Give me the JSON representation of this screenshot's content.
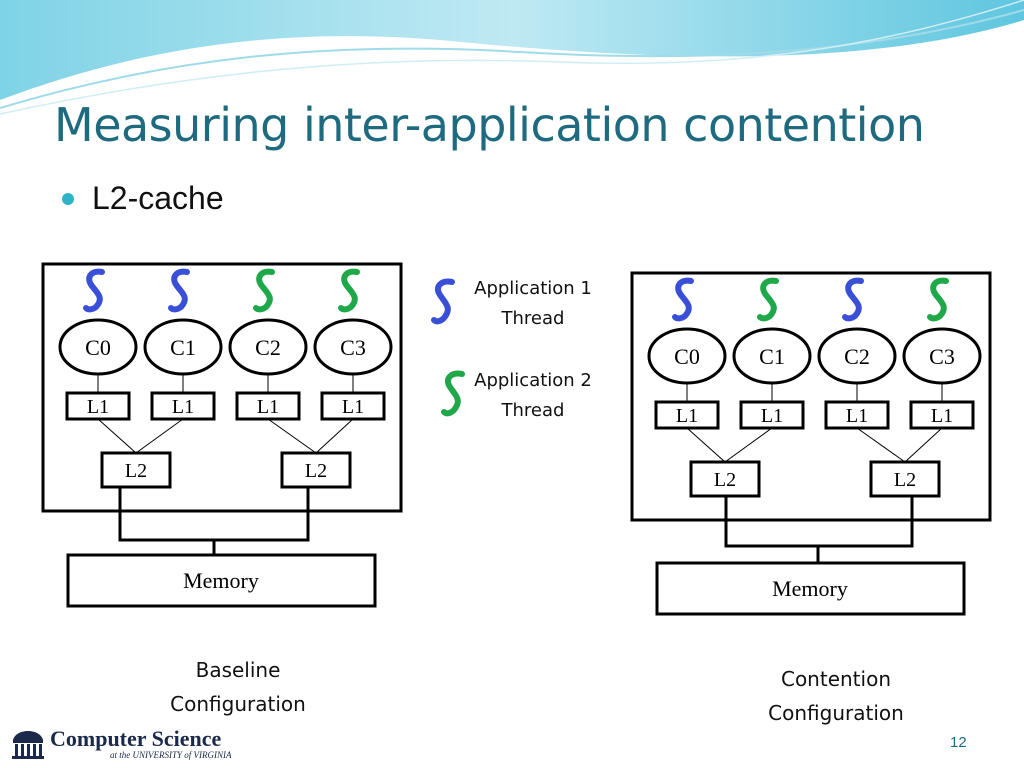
{
  "slide": {
    "title": "Measuring inter-application contention",
    "bullet": "L2-cache",
    "page_number": "12"
  },
  "colors": {
    "title": "#1e6b80",
    "bullet": "#2fb3c6",
    "app1_thread": "#3a4fd8",
    "app2_thread": "#1fa84a"
  },
  "legend": {
    "app1_line1": "Application 1",
    "app1_line2": "Thread",
    "app2_line1": "Application 2",
    "app2_line2": "Thread"
  },
  "baseline": {
    "cores": [
      "C0",
      "C1",
      "C2",
      "C3"
    ],
    "l1": [
      "L1",
      "L1",
      "L1",
      "L1"
    ],
    "l2": [
      "L2",
      "L2"
    ],
    "memory": "Memory",
    "threads": [
      "app1",
      "app1",
      "app2",
      "app2"
    ],
    "caption_line1": "Baseline",
    "caption_line2": "Configuration"
  },
  "contention": {
    "cores": [
      "C0",
      "C1",
      "C2",
      "C3"
    ],
    "l1": [
      "L1",
      "L1",
      "L1",
      "L1"
    ],
    "l2": [
      "L2",
      "L2"
    ],
    "memory": "Memory",
    "threads": [
      "app1",
      "app2",
      "app1",
      "app2"
    ],
    "caption_line1": "Contention",
    "caption_line2": "Configuration"
  },
  "footer": {
    "logo_main": "Computer Science",
    "logo_sub": "at the UNIVERSITY of VIRGINIA"
  }
}
